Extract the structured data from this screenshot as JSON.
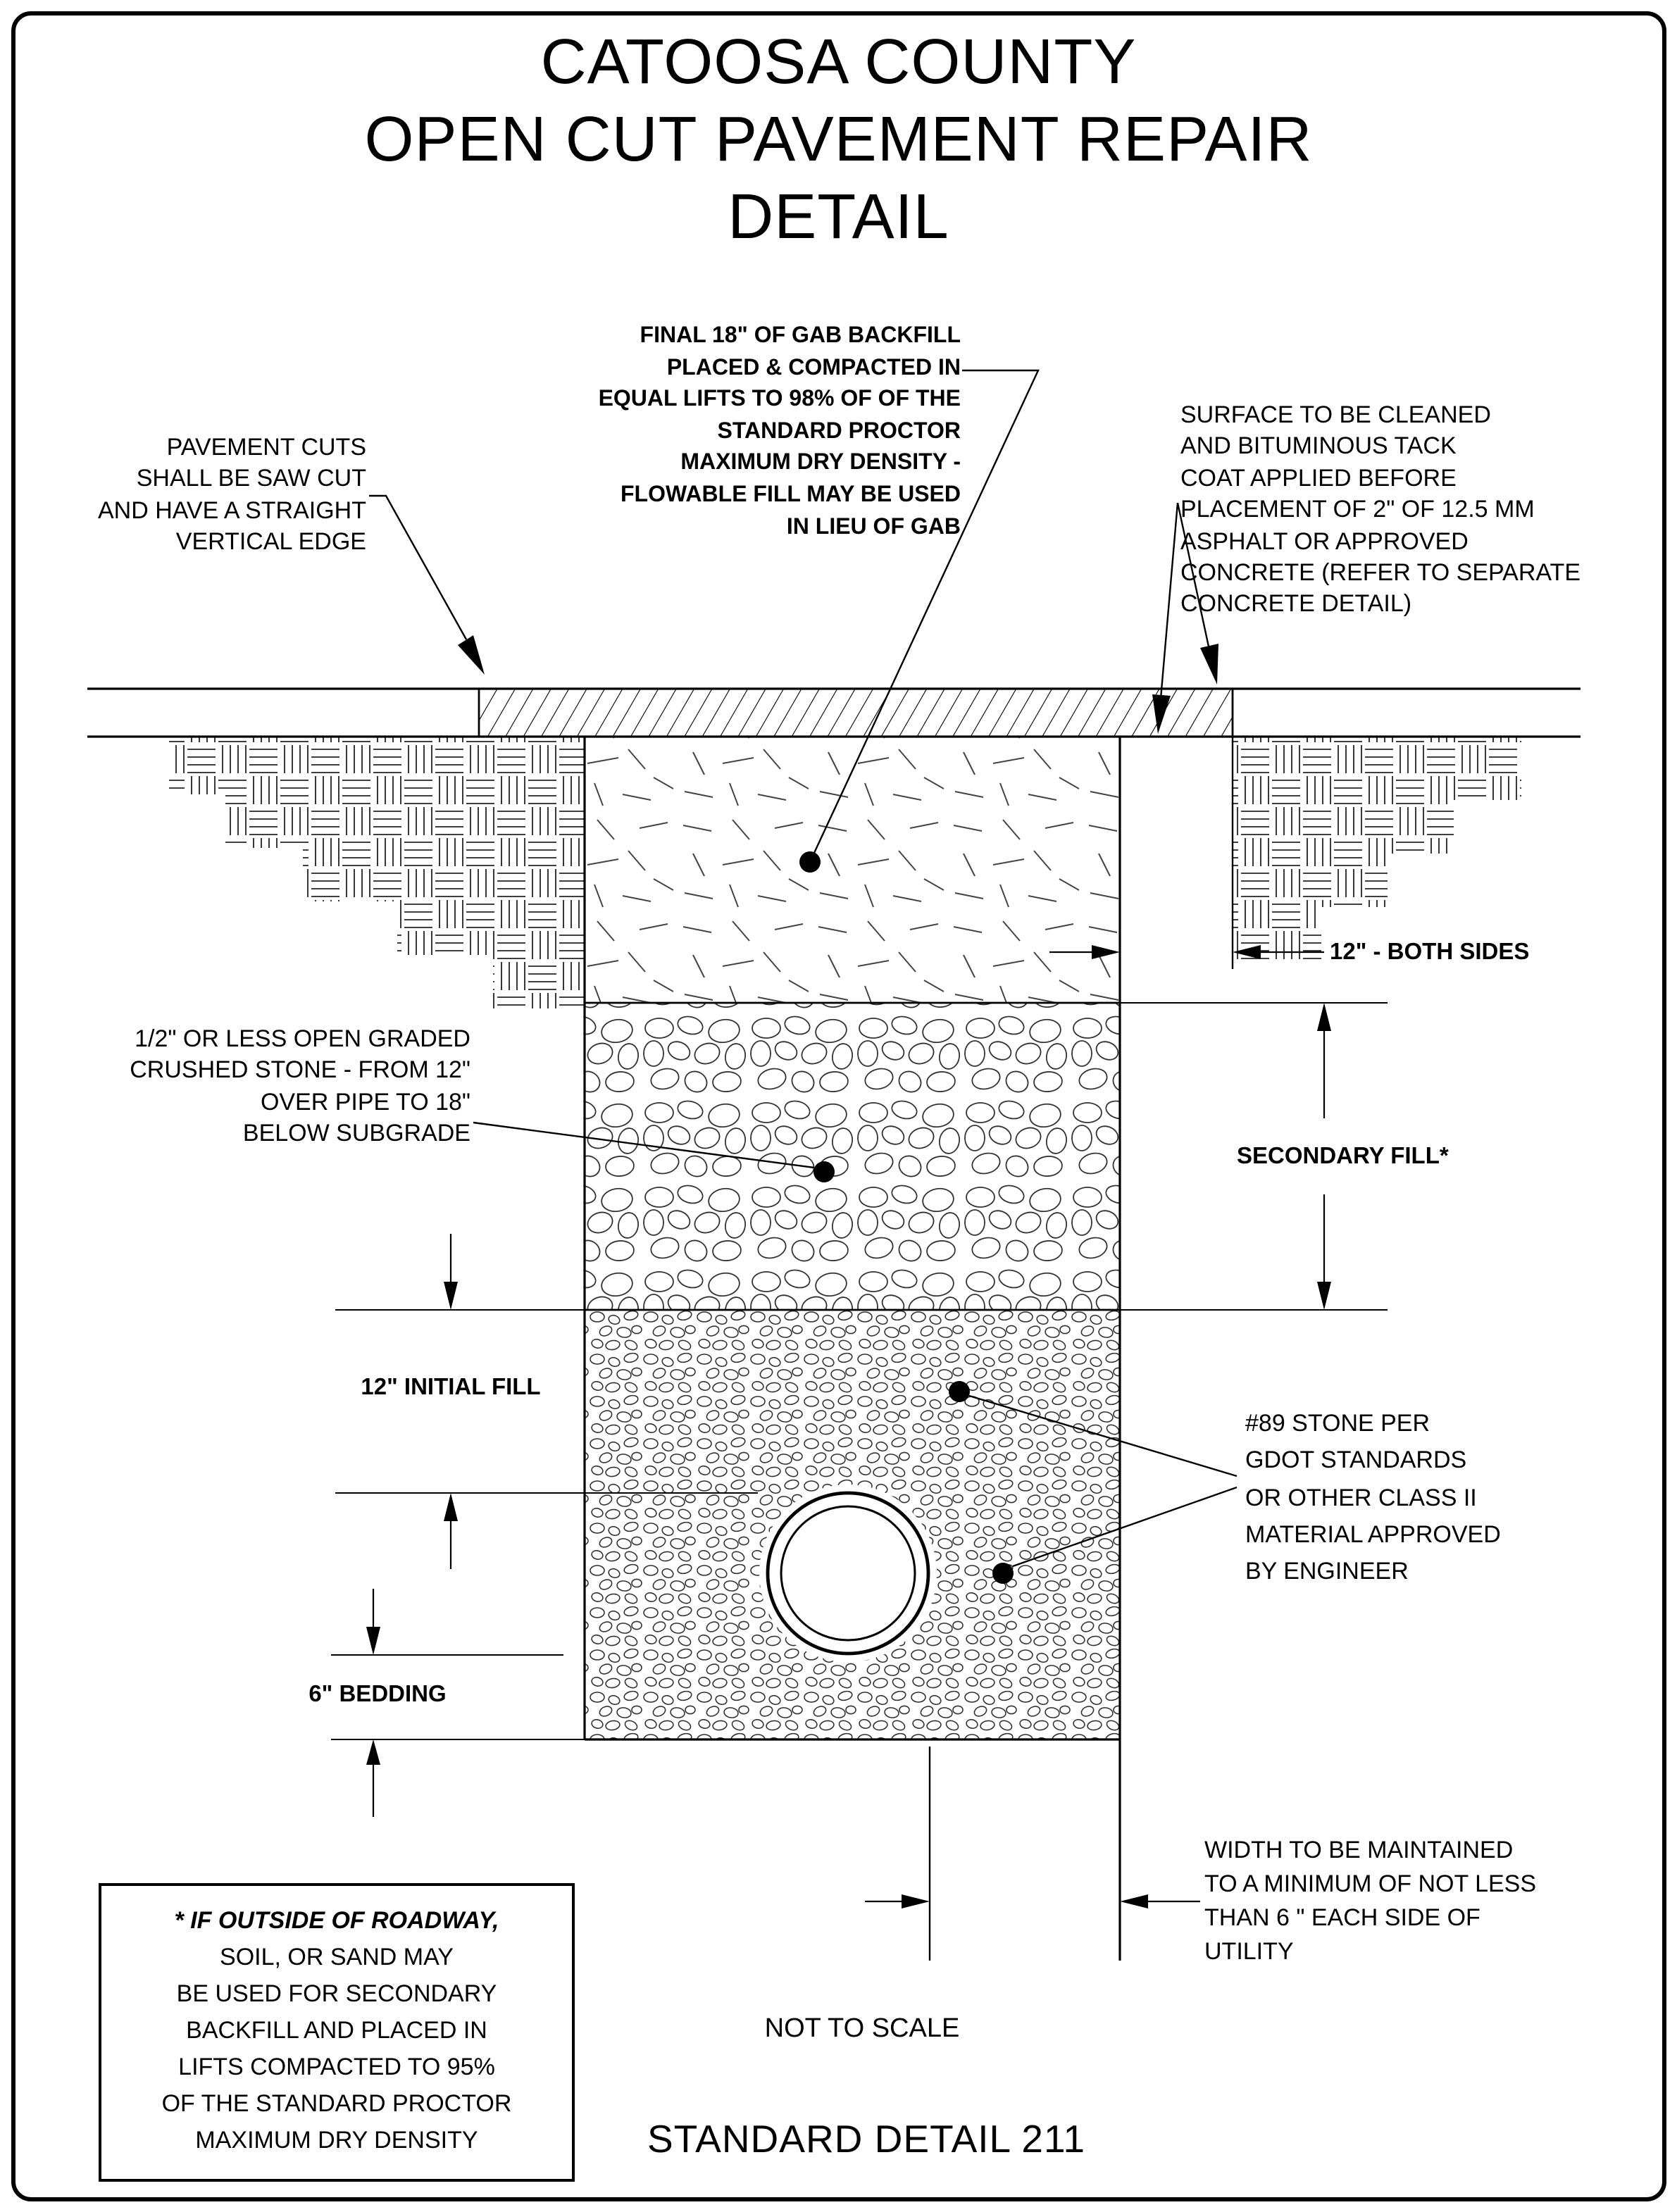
{
  "title": "CATOOSA COUNTY\nOPEN CUT PAVEMENT REPAIR\nDETAIL",
  "annotations": {
    "pavement_cuts": "PAVEMENT CUTS\nSHALL BE SAW CUT\nAND HAVE A STRAIGHT\nVERTICAL EDGE",
    "gab_backfill": "FINAL 18\" OF GAB BACKFILL\nPLACED & COMPACTED IN\nEQUAL LIFTS TO 98% OF OF THE\nSTANDARD PROCTOR\nMAXIMUM DRY DENSITY -\nFLOWABLE FILL MAY BE USED\nIN LIEU OF GAB",
    "surface_treatment": "SURFACE TO BE CLEANED\nAND BITUMINOUS TACK\nCOAT APPLIED BEFORE\nPLACEMENT OF 2\" OF 12.5 MM\n ASPHALT OR APPROVED\nCONCRETE (REFER TO SEPARATE\nCONCRETE DETAIL)",
    "both_sides": "12\" - BOTH SIDES",
    "crushed_stone": "1/2\" OR LESS OPEN GRADED\nCRUSHED STONE - FROM 12\"\nOVER PIPE TO 18\"\nBELOW SUBGRADE",
    "secondary_fill": "SECONDARY FILL*",
    "initial_fill": "12\" INITIAL FILL",
    "stone_89": "#89 STONE PER\nGDOT STANDARDS\nOR OTHER CLASS II\nMATERIAL APPROVED\nBY ENGINEER",
    "bedding": "6\" BEDDING",
    "width_note": "WIDTH TO BE MAINTAINED\nTO A MINIMUM OF NOT LESS\nTHAN 6 \" EACH SIDE OF\nUTILITY"
  },
  "footnote": {
    "heading": "* IF OUTSIDE OF ROADWAY,",
    "body": "SOIL, OR SAND MAY\nBE USED FOR SECONDARY\nBACKFILL AND PLACED IN\nLIFTS COMPACTED TO 95%\nOF THE STANDARD PROCTOR\nMAXIMUM DRY DENSITY"
  },
  "footer": {
    "scale_note": "NOT TO SCALE",
    "detail_number": "STANDARD DETAIL 211"
  },
  "colors": {
    "line": "#000000",
    "background": "#ffffff"
  }
}
